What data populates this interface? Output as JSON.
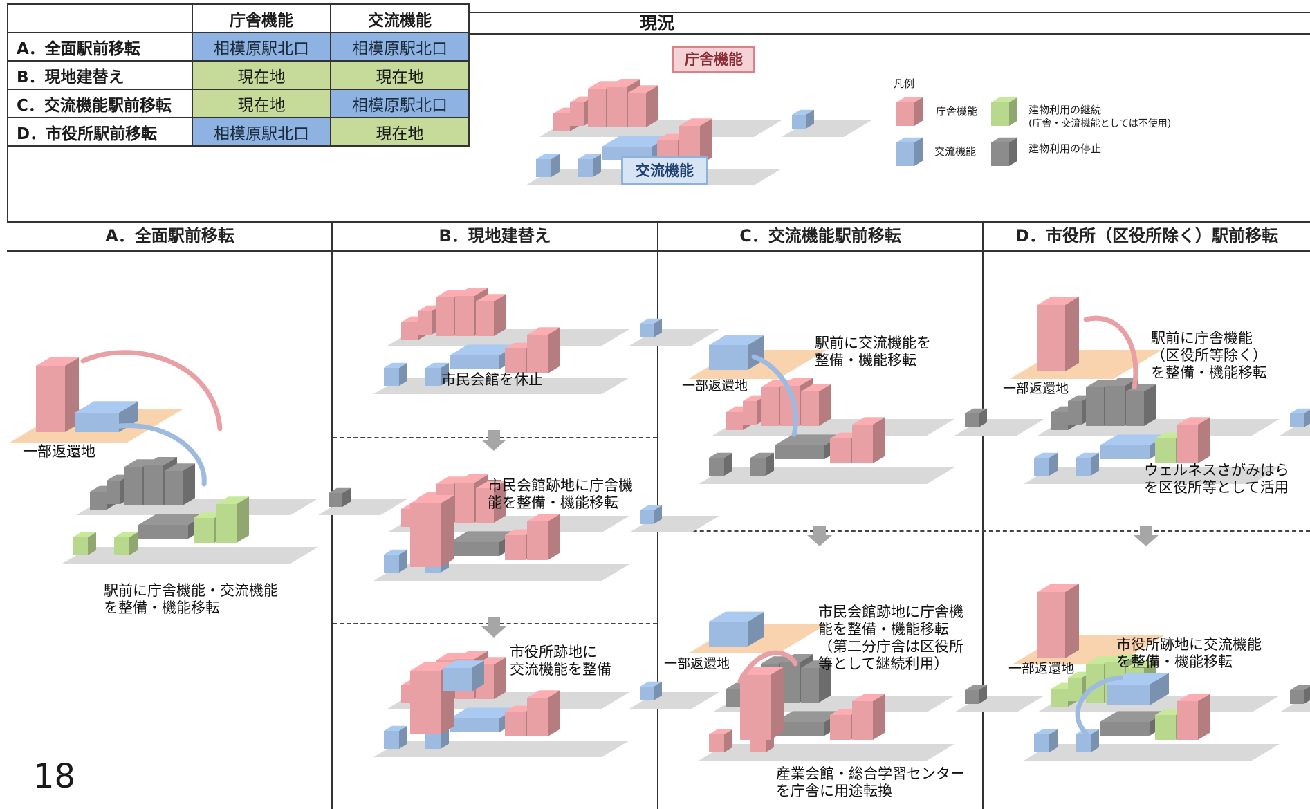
{
  "options_table": {
    "headers": [
      "庁舎機能",
      "交流機能"
    ],
    "rows": [
      {
        "label": "A．全面駅前移転",
        "chosha": "相模原駅北口",
        "koryu": "相模原駅北口",
        "chosha_type": "station",
        "koryu_type": "station"
      },
      {
        "label": "B．現地建替え",
        "chosha": "現在地",
        "koryu": "現在地",
        "chosha_type": "current",
        "koryu_type": "current"
      },
      {
        "label": "C．交流機能駅前移転",
        "chosha": "現在地",
        "koryu": "相模原駅北口",
        "chosha_type": "current",
        "koryu_type": "station"
      },
      {
        "label": "D．市役所駅前移転",
        "chosha": "相模原駅北口",
        "koryu": "現在地",
        "chosha_type": "station",
        "koryu_type": "current"
      }
    ]
  },
  "current": {
    "title": "現況",
    "label_chosha": "庁舎機能",
    "label_koryu": "交流機能"
  },
  "legend": {
    "title": "凡例",
    "chosha": "庁舎機能",
    "koryu": "交流機能",
    "continue": "建物利用の継続",
    "continue_note": "(庁舎・交流機能としては不使用)",
    "stop": "建物利用の停止"
  },
  "columns": [
    {
      "title": "A．全面駅前移転"
    },
    {
      "title": "B．現地建替え"
    },
    {
      "title": "C．交流機能駅前移転"
    },
    {
      "title": "D．市役所（区役所除く）駅前移転"
    }
  ],
  "notes": {
    "a_return": "一部返還地",
    "a_desc": "駅前に庁舎機能・交流機能\nを整備・機能移転",
    "b1": "市民会館を休止",
    "b2": "市民会館跡地に庁舎機\n能を整備・機能移転",
    "b3": "市役所跡地に\n交流機能を整備",
    "c_desc1": "駅前に交流機能を\n整備・機能移転",
    "c_return1": "一部返還地",
    "c_desc2": "市民会館跡地に庁舎機\n能を整備・機能移転\n（第二分庁舎は区役所\n等として継続利用）",
    "c_return2": "一部返還地",
    "c_desc3": "産業会館・総合学習センター\nを庁舎に用途転換",
    "d_desc1": "駅前に庁舎機能\n（区役所等除く）\nを整備・機能移転",
    "d_return1": "一部返還地",
    "d_desc2": "ウェルネスさがみはら\nを区役所等として活用",
    "d_return2": "一部返還地",
    "d_desc3": "市役所跡地に交流機能\nを整備・機能移転"
  },
  "page_number": "18",
  "colors": {
    "chosha": "#E8A0A4",
    "koryu": "#9DBBE0",
    "continue": "#B8D88E",
    "stop": "#8C8C8C",
    "station_area": "#F9D2AE",
    "ground": "#D9D9D9"
  }
}
